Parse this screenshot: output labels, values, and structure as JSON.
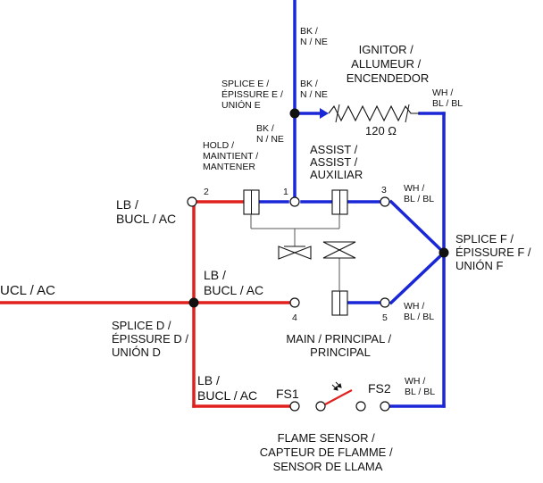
{
  "colors": {
    "red": "#e0201c",
    "blue": "#1a27d6",
    "black": "#111111",
    "gray": "#555555"
  },
  "labels": {
    "bk_top": [
      "BK /",
      "N / NE"
    ],
    "bk_mid": [
      "BK /",
      "N / NE"
    ],
    "bk_low": [
      "BK /",
      "N / NE"
    ],
    "ignitor": [
      "IGNITOR /",
      "ALLUMEUR /",
      "ENCENDEDOR"
    ],
    "resistance": "120 Ω",
    "splice_e": [
      "SPLICE E /",
      "ÉPISSURE E /",
      "UNIÓN E"
    ],
    "wh_top": [
      "WH /",
      "BL / BL"
    ],
    "wh_assist": [
      "WH /",
      "BL / BL"
    ],
    "wh_main": [
      "WH /",
      "BL / BL"
    ],
    "wh_fs": [
      "WH /",
      "BL / BL"
    ],
    "hold": [
      "HOLD /",
      "MAINTIENT /",
      "MANTENER"
    ],
    "assist": [
      "ASSIST /",
      "ASSIST /",
      "AUXILIAR"
    ],
    "splice_f": [
      "SPLICE F /",
      "ÉPISSURE F /",
      "UNIÓN F"
    ],
    "lb_left": [
      "LB /",
      "BUCL / AC"
    ],
    "lb_mid": [
      "LB /",
      "BUCL / AC"
    ],
    "lb_low": [
      "LB /",
      "BUCL / AC"
    ],
    "ucl_ac": "UCL / AC",
    "splice_d": [
      "SPLICE D /",
      "ÉPISSURE D /",
      "UNIÓN D"
    ],
    "main": [
      "MAIN / PRINCIPAL /",
      "PRINCIPAL"
    ],
    "fs1": "FS1",
    "fs2": "FS2",
    "flame_sensor": [
      "FLAME SENSOR /",
      "CAPTEUR DE FLAMME /",
      "SENSOR DE LLAMA"
    ],
    "terminals": {
      "t1": "1",
      "t2": "2",
      "t3": "3",
      "t4": "4",
      "t5": "5"
    }
  }
}
